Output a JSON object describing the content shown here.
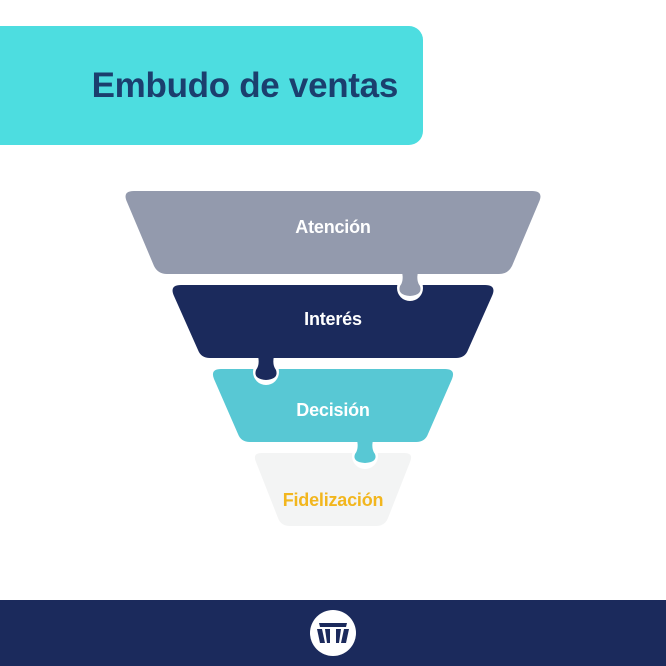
{
  "header": {
    "title": "Embudo de ventas"
  },
  "funnel": {
    "stages": [
      {
        "label": "Atención",
        "fill": "#939aad",
        "text_color": "#ffffff"
      },
      {
        "label": "Interés",
        "fill": "#1b2a5c",
        "text_color": "#ffffff"
      },
      {
        "label": "Decisión",
        "fill": "#58c8d4",
        "text_color": "#ffffff"
      },
      {
        "label": "Fidelización",
        "fill": "#f3f4f4",
        "text_color": "#f2b61e"
      }
    ]
  },
  "footer": {
    "logo_icon": "arch-logo-icon"
  },
  "colors": {
    "banner_bg": "#4ddde0",
    "title_text": "#1b3f6e",
    "footer_bg": "#1b2a5c",
    "background": "#ffffff"
  }
}
